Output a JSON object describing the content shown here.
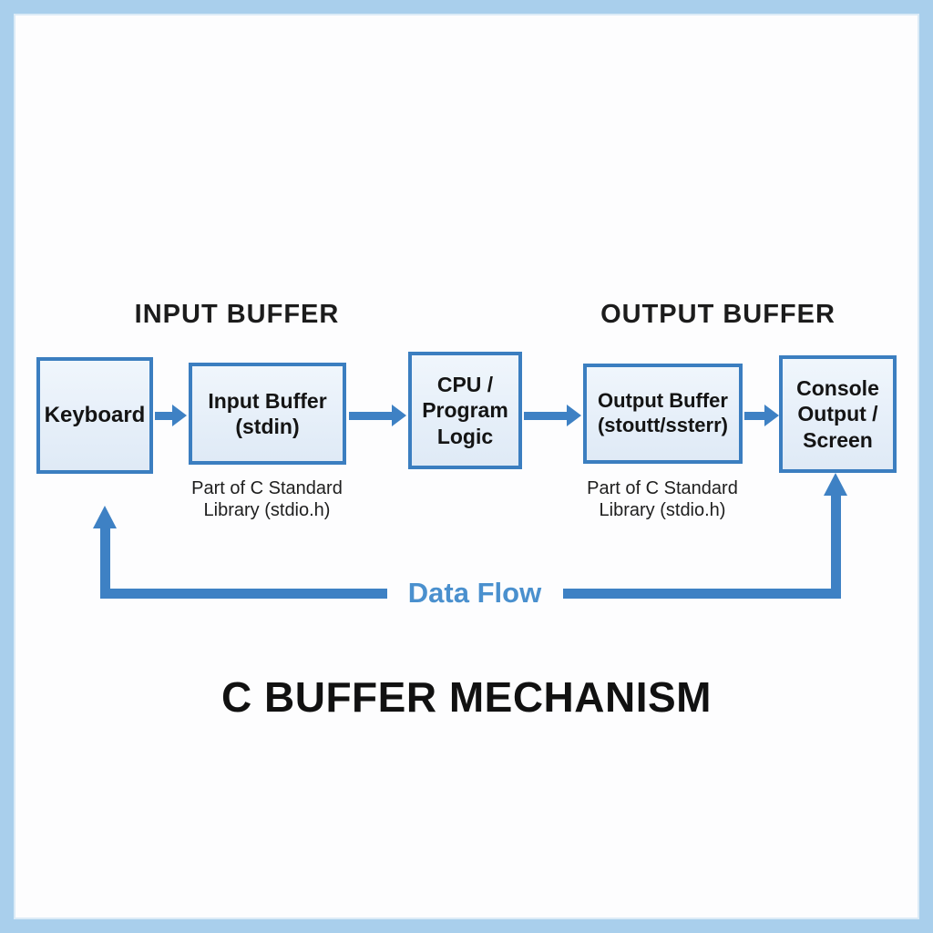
{
  "headings": {
    "input": "INPUT BUFFER",
    "output": "OUTPUT BUFFER"
  },
  "nodes": {
    "keyboard": {
      "label": "Keyboard"
    },
    "input_buffer": {
      "label": "Input Buffer\n(stdin)",
      "caption": "Part of C Standard\nLibrary (stdio.h)"
    },
    "cpu": {
      "label": "CPU /\nProgram\nLogic"
    },
    "output_buffer": {
      "label": "Output Buffer\n(stoutt/ssterr)",
      "caption": "Part of C Standard\nLibrary (stdio.h)"
    },
    "console": {
      "label": "Console\nOutput /\nScreen"
    }
  },
  "flow_label": "Data Flow",
  "title": "C BUFFER MECHANISM",
  "colors": {
    "frame": "#a9cfec",
    "box_border": "#3b7ec0",
    "box_fill": "#e9f1fa",
    "arrow": "#3e81c4",
    "flow_text": "#4a90ce"
  }
}
